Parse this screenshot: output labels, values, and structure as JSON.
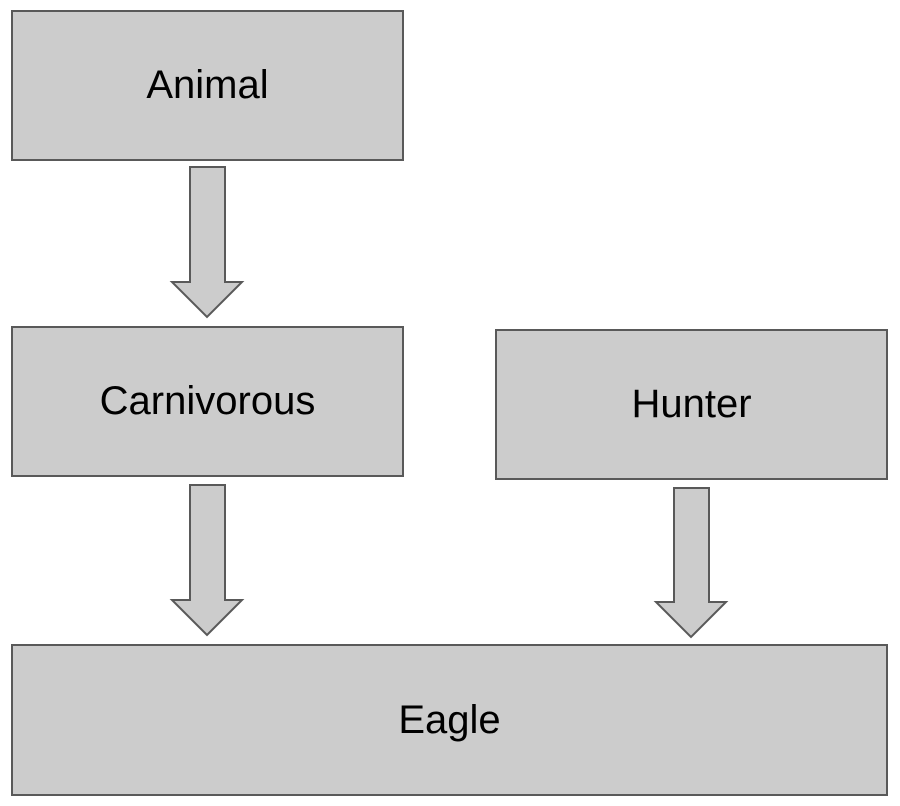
{
  "nodes": {
    "animal": {
      "label": "Animal"
    },
    "carnivorous": {
      "label": "Carnivorous"
    },
    "hunter": {
      "label": "Hunter"
    },
    "eagle": {
      "label": "Eagle"
    }
  },
  "edges": [
    {
      "from": "animal",
      "to": "carnivorous"
    },
    {
      "from": "carnivorous",
      "to": "eagle"
    },
    {
      "from": "hunter",
      "to": "eagle"
    }
  ],
  "colors": {
    "node_fill": "#cccccc",
    "node_border": "#595959",
    "arrow_fill": "#cccccc",
    "arrow_border": "#595959",
    "text": "#000000"
  }
}
